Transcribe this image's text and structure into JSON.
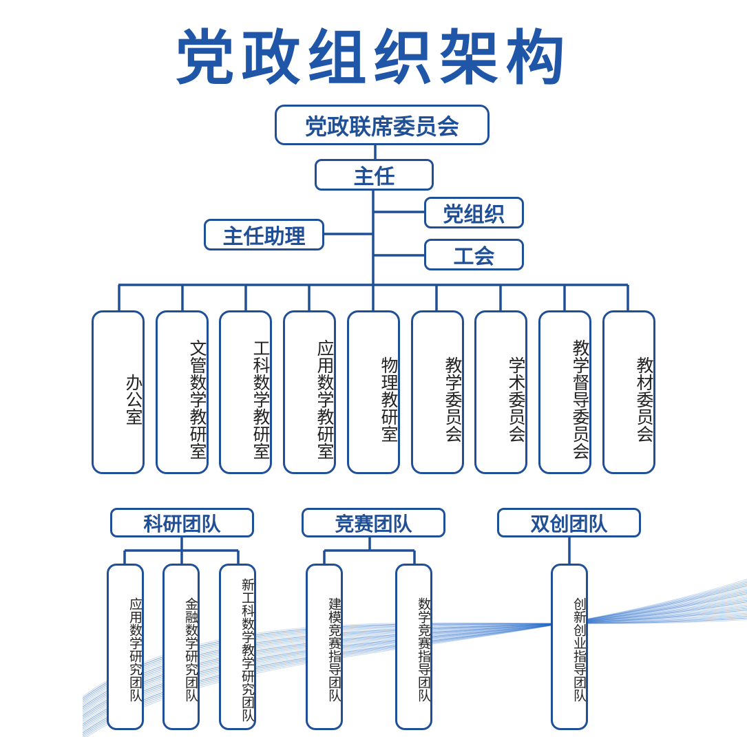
{
  "title": "党政组织架构",
  "top": {
    "committee": "党政联席委员会",
    "director": "主任",
    "party_org": "党组织",
    "assistant": "主任助理",
    "union": "工会"
  },
  "departments": [
    "办公室",
    "文管数学教研室",
    "工科数学教研室",
    "应用数学教研室",
    "物理教研室",
    "教学委员会",
    "学术委员会",
    "教学督导委员会",
    "教材委员会"
  ],
  "groups": [
    {
      "label": "科研团队",
      "teams": [
        "应用数学研究团队",
        "金融数学研究团队",
        "新工科数学教学研究团队"
      ]
    },
    {
      "label": "竞赛团队",
      "teams": [
        "建模竞赛指导团队",
        "数学竞赛指导团队"
      ]
    },
    {
      "label": "双创团队",
      "teams": [
        "创新创业指导团队"
      ]
    }
  ],
  "colors": {
    "primary": "#1f4f96",
    "title": "#1f56a8",
    "wave": "#1f66c8"
  }
}
